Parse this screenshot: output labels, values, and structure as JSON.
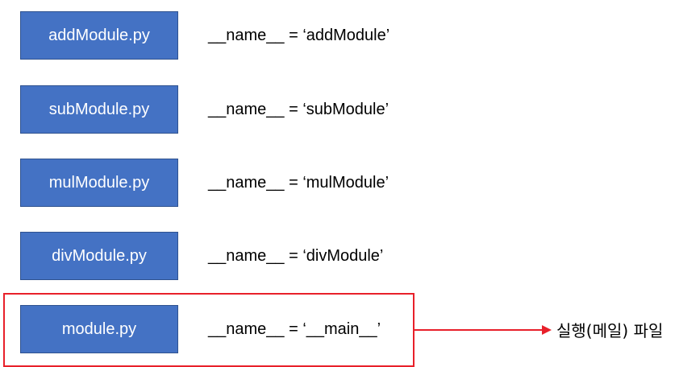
{
  "modules": [
    {
      "file": "addModule.py",
      "name_expr": "__name__ = ‘addModule’"
    },
    {
      "file": "subModule.py",
      "name_expr": "__name__ = ‘subModule’"
    },
    {
      "file": "mulModule.py",
      "name_expr": "__name__ = ‘mulModule’"
    },
    {
      "file": "divModule.py",
      "name_expr": "__name__ = ‘divModule’"
    },
    {
      "file": "module.py",
      "name_expr": "__name__ = ‘__main__’"
    }
  ],
  "annotation": {
    "label": "실행(메일) 파일",
    "highlight_color": "#e8202a"
  },
  "colors": {
    "box_fill": "#4472c4",
    "box_border": "#2f528f"
  }
}
